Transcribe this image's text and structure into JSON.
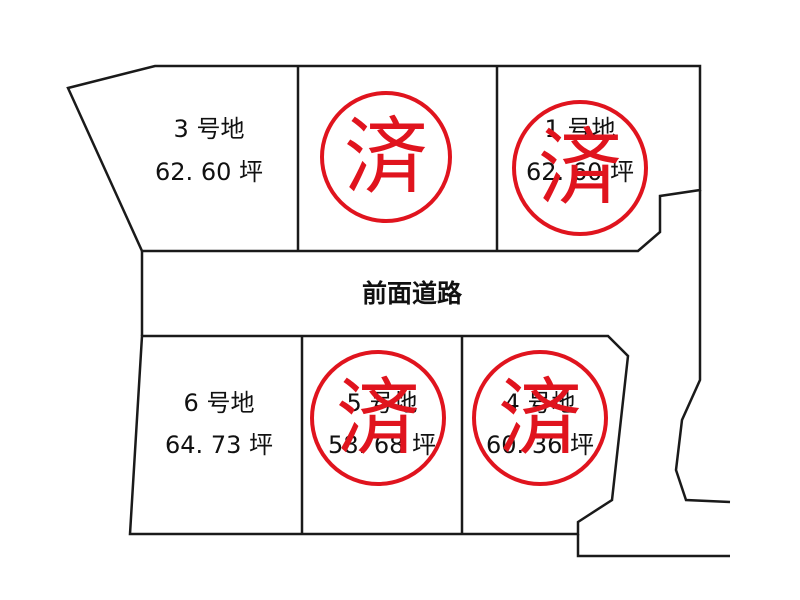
{
  "colors": {
    "line": "#1a1a1a",
    "stamp": "#e0141e",
    "background": "#ffffff"
  },
  "road": {
    "label": "前面道路"
  },
  "lots": [
    {
      "id": "lot-3",
      "name": "3 号地",
      "area": "62. 60 坪",
      "sold": false
    },
    {
      "id": "lot-2",
      "name": "",
      "area": "",
      "sold": true
    },
    {
      "id": "lot-1",
      "name": "1 号地",
      "area": "62. 60 坪",
      "sold": true
    },
    {
      "id": "lot-6",
      "name": "6 号地",
      "area": "64. 73 坪",
      "sold": false
    },
    {
      "id": "lot-5",
      "name": "5 号地",
      "area": "58. 68 坪",
      "sold": true
    },
    {
      "id": "lot-4",
      "name": "4 号地",
      "area": "60. 36 坪",
      "sold": true
    }
  ],
  "stamp": {
    "char": "済"
  }
}
